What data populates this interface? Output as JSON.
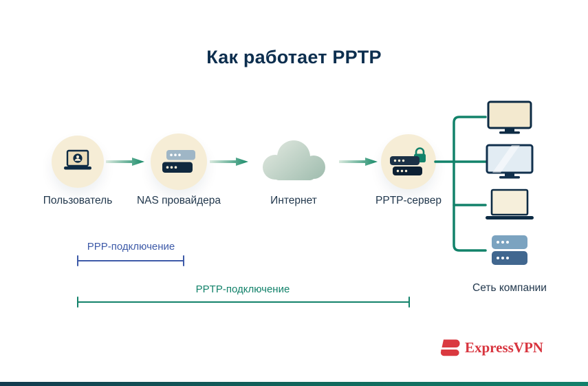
{
  "title": "Как работает PPTP",
  "flow": {
    "user_label": "Пользователь",
    "nas_label": "NAS провайдера",
    "internet_label": "Интернет",
    "pptp_label": "PPTP-сервер"
  },
  "company_network_label": "Сеть компании",
  "connections": {
    "ppp_label": "PPP-подключение",
    "pptp_label": "PPTP-подключение"
  },
  "logo_text": "ExpressVPN",
  "colors": {
    "accent_teal": "#12826a",
    "accent_blue": "#3d5aa8",
    "brand_red": "#da3940",
    "navy": "#0d2b44",
    "cream": "#f6edd6"
  }
}
